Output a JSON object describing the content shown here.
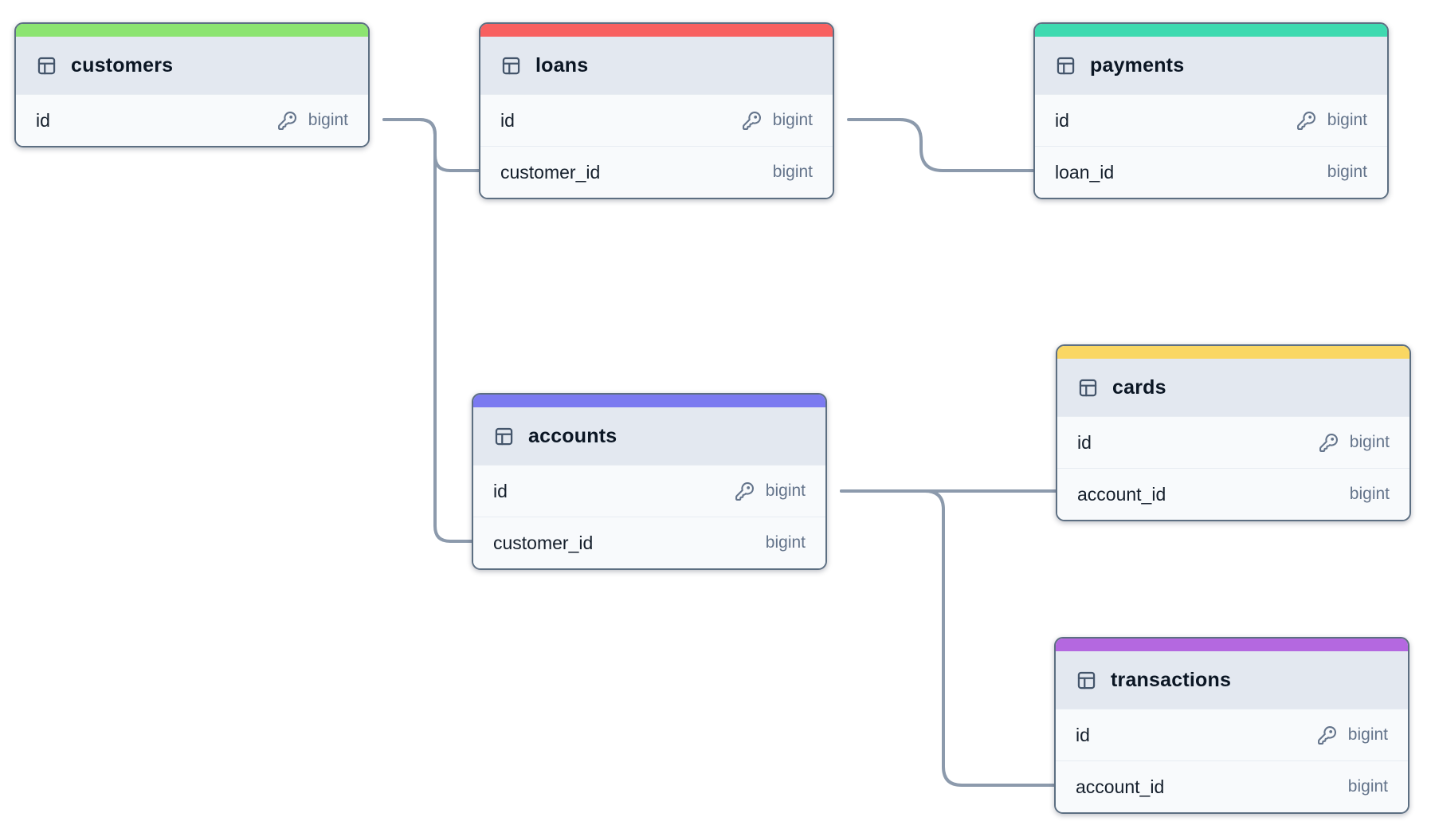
{
  "colors": {
    "connector": "#8c9aac",
    "node-border": "#5d6f82",
    "header-bg": "#e3e8f0",
    "row-bg": "#f8fafc",
    "row-divider": "#e7ecf2",
    "title-text": "#0b1624",
    "field-text": "#141e2b",
    "type-text": "#64748b"
  },
  "tables": [
    {
      "name": "customers",
      "color": "#8ce471",
      "fields": [
        {
          "name": "id",
          "type": "bigint",
          "primary_key": true
        }
      ]
    },
    {
      "name": "loans",
      "color": "#f86060",
      "fields": [
        {
          "name": "id",
          "type": "bigint",
          "primary_key": true
        },
        {
          "name": "customer_id",
          "type": "bigint",
          "primary_key": false
        }
      ]
    },
    {
      "name": "payments",
      "color": "#3edab0",
      "fields": [
        {
          "name": "id",
          "type": "bigint",
          "primary_key": true
        },
        {
          "name": "loan_id",
          "type": "bigint",
          "primary_key": false
        }
      ]
    },
    {
      "name": "accounts",
      "color": "#7b7af0",
      "fields": [
        {
          "name": "id",
          "type": "bigint",
          "primary_key": true
        },
        {
          "name": "customer_id",
          "type": "bigint",
          "primary_key": false
        }
      ]
    },
    {
      "name": "cards",
      "color": "#fad763",
      "fields": [
        {
          "name": "id",
          "type": "bigint",
          "primary_key": true
        },
        {
          "name": "account_id",
          "type": "bigint",
          "primary_key": false
        }
      ]
    },
    {
      "name": "transactions",
      "color": "#b468e0",
      "fields": [
        {
          "name": "id",
          "type": "bigint",
          "primary_key": true
        },
        {
          "name": "account_id",
          "type": "bigint",
          "primary_key": false
        }
      ]
    }
  ],
  "relationships": [
    {
      "from": "customers.id",
      "to": "loans.customer_id"
    },
    {
      "from": "customers.id",
      "to": "accounts.customer_id"
    },
    {
      "from": "loans.id",
      "to": "payments.loan_id"
    },
    {
      "from": "accounts.id",
      "to": "cards.account_id"
    },
    {
      "from": "accounts.id",
      "to": "transactions.account_id"
    }
  ]
}
